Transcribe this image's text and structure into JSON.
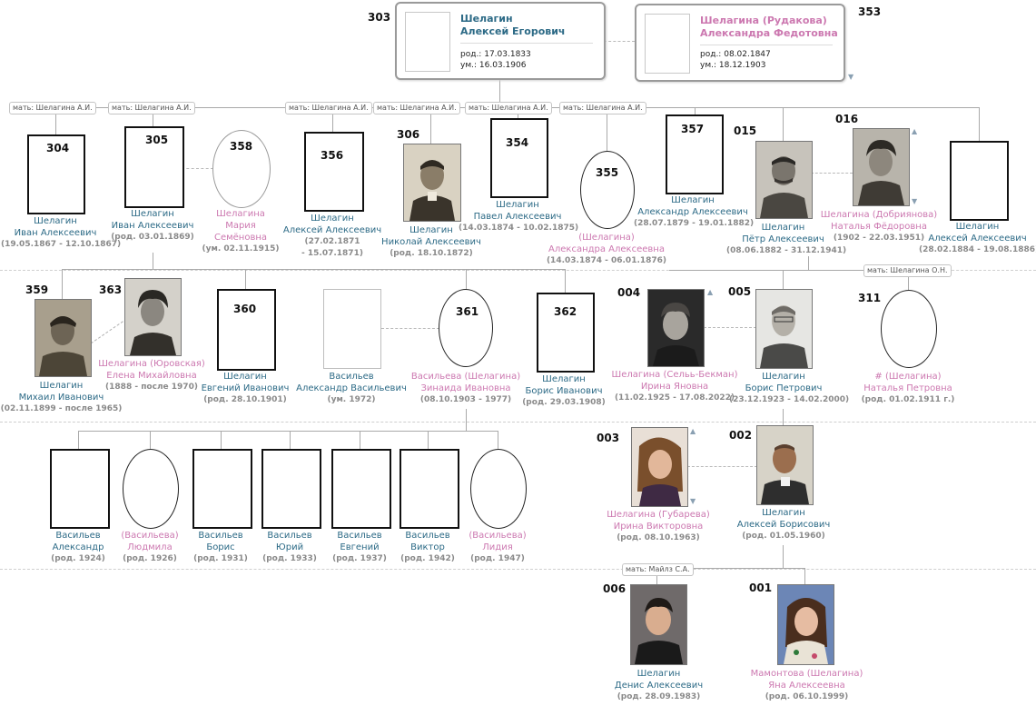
{
  "colors": {
    "male": "#2c6a86",
    "female": "#cc78b0",
    "dates": "#8a8a8a",
    "line": "#a9a9a9"
  },
  "root": {
    "husband": {
      "id": "303",
      "line1": "Шелагин",
      "line2": "Алексей Егорович",
      "born_label": "род.:",
      "born": "17.03.1833",
      "died_label": "ум.:",
      "died": "16.03.1906"
    },
    "wife": {
      "id": "353",
      "line1": "Шелагина (Рудакова)",
      "line2": "Александра Федотовна",
      "born_label": "род.:",
      "born": "08.02.1847",
      "died_label": "ум.:",
      "died": "18.12.1903"
    }
  },
  "mother_labels": {
    "m304": "мать: Шелагина А.И.",
    "m305": "мать: Шелагина А.И.",
    "m356": "мать: Шелагина А.И.",
    "m306": "мать: Шелагина А.И.",
    "m354": "мать: Шелагина А.И.",
    "m355": "мать: Шелагина А.И.",
    "m311": "мать: Шелагина О.Н.",
    "m006": "мать: Майлз С.А."
  },
  "people": {
    "p304": {
      "num": "304",
      "l1": "Шелагин",
      "l2": "Иван Алексеевич",
      "l3": "(19.05.1867 - 12.10.1867)"
    },
    "p305": {
      "num": "305",
      "l1": "Шелагин",
      "l2": "Иван Алексеевич",
      "l3": "(род. 03.01.1869)"
    },
    "p358": {
      "num": "358",
      "l1": "Шелагина",
      "l2": "Мария",
      "l3": "Семёновна",
      "l4": "(ум. 02.11.1915)"
    },
    "p356": {
      "num": "356",
      "l1": "Шелагин",
      "l2": "Алексей Алексеевич",
      "l3": "(27.02.1871",
      "l4": "- 15.07.1871)"
    },
    "p306": {
      "num": "306",
      "l1": "Шелагин",
      "l2": "Николай Алексеевич",
      "l3": "(род. 18.10.1872)"
    },
    "p354": {
      "num": "354",
      "l1": "Шелагин",
      "l2": "Павел Алексеевич",
      "l3": "(14.03.1874 - 10.02.1875)"
    },
    "p355": {
      "num": "355",
      "l1": "(Шелагина)",
      "l2": "Александра Алексеевна",
      "l3": "(14.03.1874 - 06.01.1876)"
    },
    "p357": {
      "num": "357",
      "l1": "Шелагин",
      "l2": "Александр Алексеевич",
      "l3": "(28.07.1879 - 19.01.1882)"
    },
    "p015": {
      "num": "015",
      "l1": "Шелагин",
      "l2": "Пётр Алексеевич",
      "l3": "(08.06.1882 - 31.12.1941)"
    },
    "p016": {
      "num": "016",
      "l1": "Шелагина (Добриянова)",
      "l2": "Наталья Фёдоровна",
      "l3": "(1902 - 22.03.1951)"
    },
    "p_alexey": {
      "l1": "Шелагин",
      "l2": "Алексей Алексеевич",
      "l3": "(28.02.1884 - 19.08.1886)"
    },
    "p359": {
      "num": "359",
      "l1": "Шелагин",
      "l2": "Михаил Иванович",
      "l3": "(02.11.1899 - после 1965)"
    },
    "p363": {
      "num": "363",
      "l1": "Шелагина (Юровская)",
      "l2": "Елена Михайловна",
      "l3": "(1888 - после 1970)"
    },
    "p360": {
      "num": "360",
      "l1": "Шелагин",
      "l2": "Евгений Иванович",
      "l3": "(род. 28.10.1901)"
    },
    "p_vasiliev": {
      "l1": "Васильев",
      "l2": "Александр Васильевич",
      "l3": "(ум. 1972)"
    },
    "p361": {
      "num": "361",
      "l1": "Васильева (Шелагина)",
      "l2": "Зинаида Ивановна",
      "l3": "(08.10.1903 - 1977)"
    },
    "p362": {
      "num": "362",
      "l1": "Шелагин",
      "l2": "Борис Иванович",
      "l3": "(род. 29.03.1908)"
    },
    "p004": {
      "num": "004",
      "l1": "Шелагина (Сельь-Бекман)",
      "l2": "Ирина Яновна",
      "l3": "(11.02.1925 - 17.08.2022)"
    },
    "p005": {
      "num": "005",
      "l1": "Шелагин",
      "l2": "Борис Петрович",
      "l3": "(23.12.1923 - 14.02.2000)"
    },
    "p311": {
      "num": "311",
      "l1": "# (Шелагина)",
      "l2": "Наталья Петровна",
      "l3": "(род. 01.02.1911 г.)"
    },
    "c1": {
      "l1": "Васильев",
      "l2": "Александр",
      "l3": "(род. 1924)"
    },
    "c2": {
      "l1": "(Васильева)",
      "l2": "Людмила",
      "l3": "(род. 1926)"
    },
    "c3": {
      "l1": "Васильев",
      "l2": "Борис",
      "l3": "(род. 1931)"
    },
    "c4": {
      "l1": "Васильев",
      "l2": "Юрий",
      "l3": "(род. 1933)"
    },
    "c5": {
      "l1": "Васильев",
      "l2": "Евгений",
      "l3": "(род. 1937)"
    },
    "c6": {
      "l1": "Васильев",
      "l2": "Виктор",
      "l3": "(род. 1942)"
    },
    "c7": {
      "l1": "(Васильева)",
      "l2": "Лидия",
      "l3": "(род. 1947)"
    },
    "p003": {
      "num": "003",
      "l1": "Шелагина (Губарева)",
      "l2": "Ирина Викторовна",
      "l3": "(род. 08.10.1963)"
    },
    "p002": {
      "num": "002",
      "l1": "Шелагин",
      "l2": "Алексей Борисович",
      "l3": "(род. 01.05.1960)"
    },
    "p006": {
      "num": "006",
      "l1": "Шелагин",
      "l2": "Денис Алексеевич",
      "l3": "(род. 28.09.1983)"
    },
    "p001": {
      "num": "001",
      "l1": "Мамонтова (Шелагина)",
      "l2": "Яна Алексеевна",
      "l3": "(род. 06.10.1999)"
    }
  }
}
